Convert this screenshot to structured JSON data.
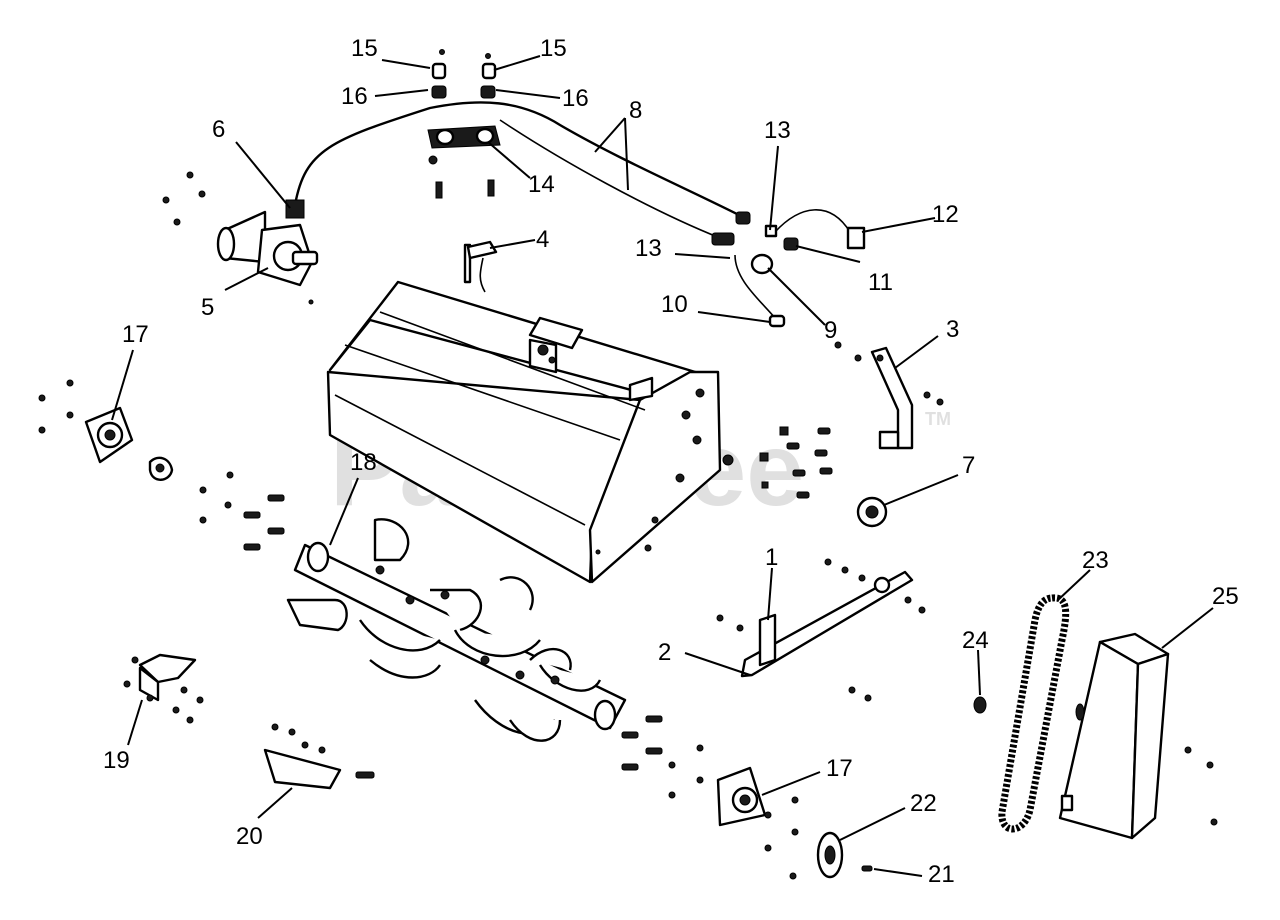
{
  "watermark": {
    "text": "PartsTree",
    "mark": "TM"
  },
  "callouts": [
    {
      "id": "c1",
      "label": "1"
    },
    {
      "id": "c2",
      "label": "2"
    },
    {
      "id": "c3",
      "label": "3"
    },
    {
      "id": "c4",
      "label": "4"
    },
    {
      "id": "c5",
      "label": "5"
    },
    {
      "id": "c6",
      "label": "6"
    },
    {
      "id": "c7",
      "label": "7"
    },
    {
      "id": "c8",
      "label": "8"
    },
    {
      "id": "c9",
      "label": "9"
    },
    {
      "id": "c10",
      "label": "10"
    },
    {
      "id": "c11",
      "label": "11"
    },
    {
      "id": "c12",
      "label": "12"
    },
    {
      "id": "c13a",
      "label": "13"
    },
    {
      "id": "c13b",
      "label": "13"
    },
    {
      "id": "c14",
      "label": "14"
    },
    {
      "id": "c15a",
      "label": "15"
    },
    {
      "id": "c15b",
      "label": "15"
    },
    {
      "id": "c16a",
      "label": "16"
    },
    {
      "id": "c16b",
      "label": "16"
    },
    {
      "id": "c17a",
      "label": "17"
    },
    {
      "id": "c17b",
      "label": "17"
    },
    {
      "id": "c18",
      "label": "18"
    },
    {
      "id": "c19",
      "label": "19"
    },
    {
      "id": "c20",
      "label": "20"
    },
    {
      "id": "c21",
      "label": "21"
    },
    {
      "id": "c22",
      "label": "22"
    },
    {
      "id": "c23",
      "label": "23"
    },
    {
      "id": "c24",
      "label": "24"
    },
    {
      "id": "c25",
      "label": "25"
    }
  ]
}
